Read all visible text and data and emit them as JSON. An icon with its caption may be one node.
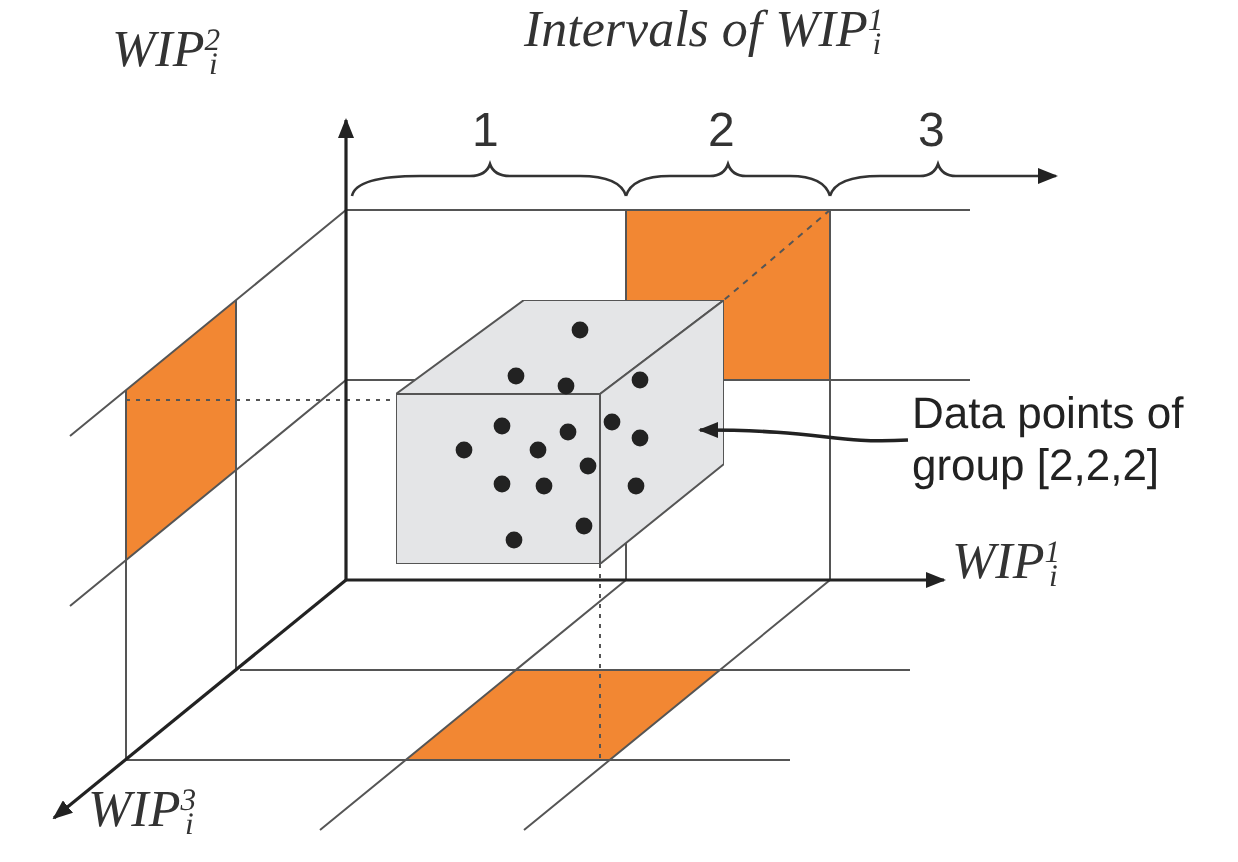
{
  "diagram": {
    "nodes": [
      {
        "text": [
          "Data points of group [2,2,2]"
        ]
      },
      {
        "text": [],
        "shape": "cube"
      }
    ],
    "edges": [
      {
        "from": 0,
        "to": 1,
        "arrow": "to"
      }
    ],
    "labels": [
      "WIP$^{2}$$_{i}$",
      "Intervals of WIP$^{1}$$_{i}$",
      "1",
      "2",
      "3",
      "WIP$^{1}$$_{i}$",
      "WIP$^{3}$$_{i}$"
    ]
  }
}
